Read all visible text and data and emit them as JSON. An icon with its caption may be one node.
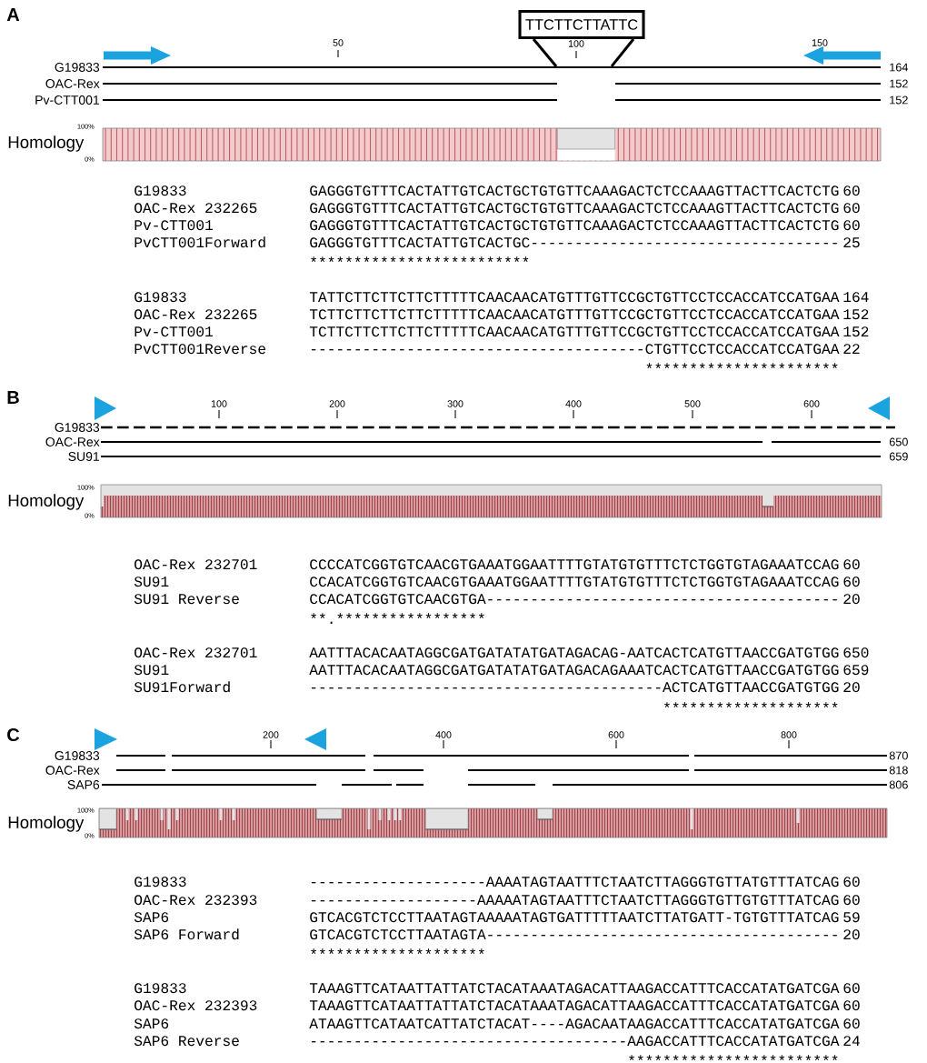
{
  "diagram": {
    "nodes": [
      {
        "text": [
          "TTCTTCTTATTC"
        ]
      },
      {
        "text": [],
        "shape": "line",
        "beside": [
          "G19833",
          "164"
        ]
      }
    ],
    "edges": [
      {
        "from": 0,
        "to": 1,
        "arrow": "none"
      },
      {
        "from": 0,
        "to": 1,
        "arrow": "none"
      }
    ],
    "labels": [
      "A",
      "50",
      "100",
      "150",
      "OAC-Rex",
      "152",
      "Pv-CTT001",
      "152",
      "100%",
      "Homology",
      "0%",
      "G19833",
      "GAGGGTGTTTCACTATTGTCACTGCTGTGTTCAAAGACTCTCCAAAGTTACTTCACTCTG",
      "60",
      "OAC-Rex 232265",
      "GAGGGTGTTTCACTATTGTCACTGCTGTGTTCAAAGACTCTCCAAAGTTACTTCACTCTG",
      "60",
      "Pv-CTT001",
      "GAGGGTGTTTCACTATTGTCACTGCTGTGTTCAAAGACTCTCCAAAGTTACTTCACTCTG",
      "60",
      "PvCTT001Forward",
      "GAGGGTGTTTCACTATTGTCACTGC-----------------------------------",
      "25",
      "*************************",
      "G19833",
      "TATTCTTCTTCTTCTTTTTCAACAACATGTTTGTTCCGCTGTTCCTCCACCATCCATGAA",
      "164",
      "OAC-Rex 232265",
      "TCTTCTTCTTCTTCTTTTTCAACAACATGTTTGTTCCGCTGTTCCTCCACCATCCATGAA",
      "152",
      "Pv-CTT001",
      "TCTTCTTCTTCTTCTTTTTCAACAACATGTTTGTTCCGCTGTTCCTCCACCATCCATGAA",
      "152",
      "PvCTT001Reverse",
      "--------------------------------------CTGTTCCTCCACCATCCATGAA",
      "22",
      "**********************",
      "B",
      "100",
      "200",
      "300",
      "400",
      "500",
      "600",
      "G19833",
      "OAC-Rex",
      "650",
      "SU91",
      "659",
      "100%",
      "Homology",
      "0%",
      "OAC-Rex 232701",
      "CCCCATCGGTGTCAACGTGAAATGGAATTTTGTATGTGTTTCTCTGGTGTAGAAATCCAG",
      "60",
      "SU91",
      "CCACATCGGTGTCAACGTGAAATGGAATTTTGTATGTGTTTCTCTGGTGTAGAAATCCAG",
      "60",
      "SU91 Reverse",
      "CCACATCGGTGTCAACGTGA----------------------------------------",
      "20",
      "**.*****************",
      "OAC-Rex 232701",
      "AATTTACACAATAGGCGATGATATATGATAGACAG-AATCACTCATGTTAACCGATGTGG",
      "650",
      "SU91",
      "AATTTACACAATAGGCGATGATATATGATAGACAGAAATCACTCATGTTAACCGATGTGG",
      "659",
      "SU91Forward",
      "----------------------------------------ACTCATGTTAACCGATGTGG",
      "20",
      "********************",
      "C",
      "200",
      "400",
      "600",
      "800",
      "G19833",
      "870",
      "OAC-Rex",
      "818",
      "SAP6",
      "806",
      "100%",
      "Homology",
      "0%",
      "G19833",
      "--------------------AAAATAGTAATTTCTAATCTTAGGGTGTTATGTTTATCAG",
      "60",
      "OAC-Rex 232393",
      "-------------------AAAAATAGTAATTTCTAATCTTAGGGTGTTGTGTTTATCAG",
      "60",
      "SAP6",
      "GTCACGTCTCCTTAATAGTAAAAATAGTGATTTTTAATCTTATGATT-TGTGTTTATCAG",
      "59",
      "SAP6 Forward",
      "GTCACGTCTCCTTAATAGTA----------------------------------------",
      "20",
      "********************",
      "G19833",
      "TAAAGTTCATAATTATTATCTACATAAATAGACATTAAGACCATTTCACCATATGATCGA",
      "60",
      "OAC-Rex 232393",
      "TAAAGTTCATAATTATTATCTACATAAATAGACATTAAGACCATTTCACCATATGATCGA",
      "60",
      "SAP6",
      "ATAAGTTCATAATCATTATCTACAT----AGACAATAAGACCATTTCACCATATGATCGA",
      "60",
      "SAP6 Reverse",
      "------------------------------------AAGACCATTTCACCATATGATCGA",
      "24",
      "************************"
    ]
  }
}
